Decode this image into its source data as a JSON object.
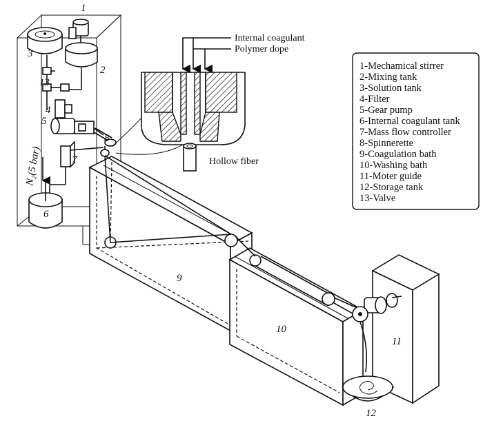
{
  "labels": {
    "internal_coagulant": "Internal coagulant",
    "polymer_dope": "Polymer dope",
    "hollow_fiber": "Hollow fiber",
    "n2": "N₂(5 bar)"
  },
  "numbers": {
    "n1": "1",
    "n2": "2",
    "n3": "3",
    "n4": "4",
    "n5": "5",
    "n6": "6",
    "n7": "7",
    "n8": "8",
    "n9": "9",
    "n10": "10",
    "n11": "11",
    "n12": "12",
    "n13": "13"
  },
  "legend": [
    "1-Mechamical stirrer",
    "2-Mixing tank",
    "3-Solution tank",
    "4-Filter",
    "5-Gear pump",
    "6-Internal coagulant tank",
    "7-Mass flow controller",
    "8-Spinnerette",
    "9-Coagulation bath",
    "10-Washing bath",
    "11-Moter guide",
    "12-Storage tank",
    "13-Valve"
  ]
}
